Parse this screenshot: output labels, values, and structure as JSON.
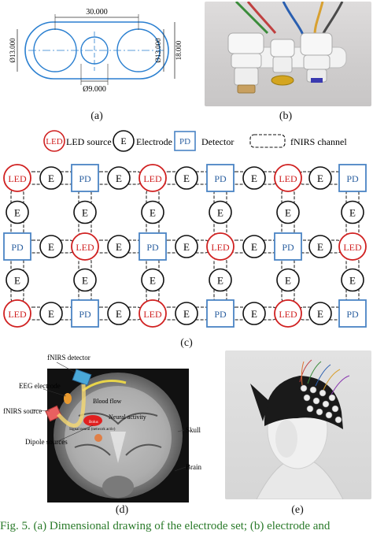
{
  "panel_a": {
    "dim_top": "30.000",
    "dim_left": "Ø13.000",
    "dim_right_a": "Ø13.000",
    "dim_right_b": "18.000",
    "dim_bottom": "Ø9.000",
    "caption": "(a)"
  },
  "panel_b": {
    "caption": "(b)"
  },
  "legend": {
    "led_symbol": "LED",
    "led_label": "LED source",
    "electrode_symbol": "E",
    "electrode_label": "Electrode",
    "pd_symbol": "PD",
    "pd_label": "Detector",
    "channel_label": "fNIRS channel"
  },
  "grid": {
    "rows": [
      [
        "LED",
        "PD",
        "LED",
        "PD",
        "LED",
        "PD"
      ],
      [
        "PD",
        "LED",
        "PD",
        "LED",
        "PD",
        "LED"
      ],
      [
        "LED",
        "PD",
        "LED",
        "PD",
        "LED",
        "PD"
      ]
    ],
    "electrode_label": "E",
    "caption": "(c)"
  },
  "panel_d": {
    "label_detector": "fNIRS detector",
    "label_eeg": "EEG electrode",
    "label_source": "fNIRS source",
    "label_blood": "Blood flow",
    "label_neural": "Neural activity",
    "label_dipole": "Dipole sources",
    "label_skull": "Skull",
    "label_brain": "Brain",
    "label_small1": "Bolus",
    "label_small2": "Signal neural (network activ)",
    "caption": "(d)"
  },
  "panel_e": {
    "caption": "(e)"
  },
  "figure_caption": "Fig. 5.   (a) Dimensional drawing of the electrode set; (b) electrode and"
}
